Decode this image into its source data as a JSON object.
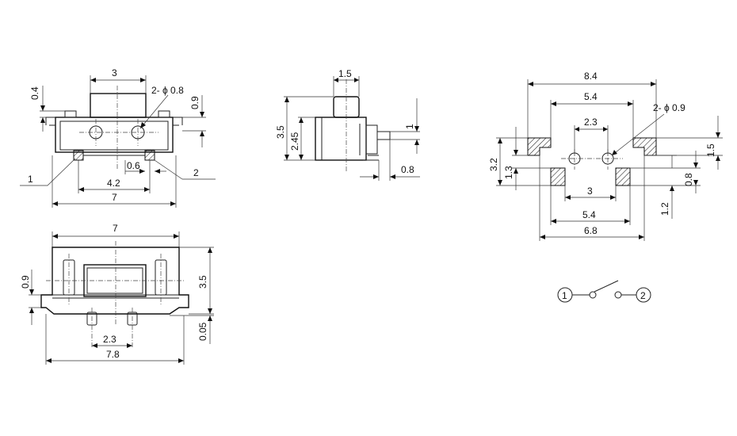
{
  "top_view": {
    "dim_top_width": "3",
    "dim_hole": "2- ϕ 0.8",
    "dim_left_height": "0.4",
    "dim_right_height": "0.9",
    "terminal_1": "1",
    "terminal_2": "2",
    "dim_pad": "0.6",
    "dim_pitch": "4.2",
    "dim_width": "7"
  },
  "side_view": {
    "dim_top": "1.5",
    "dim_height": "3.5",
    "dim_body": "2.45",
    "dim_right": "1",
    "dim_pin": "0.8"
  },
  "front_view": {
    "dim_width": "7",
    "dim_left": "0.9",
    "dim_height": "3.5",
    "dim_foot": "0.05",
    "dim_pitch": "2.3",
    "dim_total": "7.8"
  },
  "footprint": {
    "dim_outer": "8.4",
    "dim_upper_inner": "5.4",
    "dim_hole": "2- ϕ 0.9",
    "dim_hole_pitch": "2.3",
    "dim_left_outer": "3.2",
    "dim_left_inner": "1.3",
    "dim_right_top": "1.5",
    "dim_right_bottom": "0.8",
    "dim_pad_pitch": "3",
    "dim_lower_inner": "5.4",
    "dim_lower_outer": "6.8",
    "dim_right_low": "1.2"
  },
  "schematic": {
    "pin_1": "1",
    "pin_2": "2"
  }
}
